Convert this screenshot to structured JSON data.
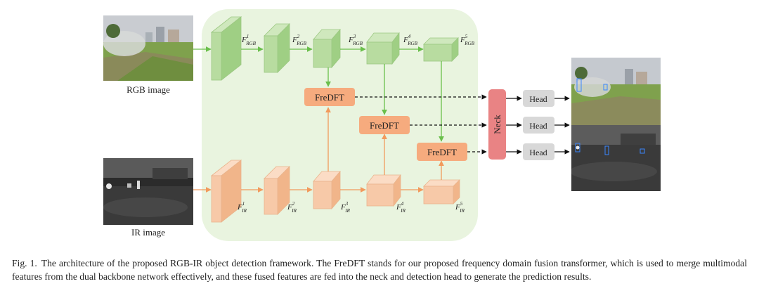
{
  "inputs": {
    "rgb_label": "RGB image",
    "ir_label": "IR image"
  },
  "rgb_features": [
    {
      "base": "F",
      "sup": "1",
      "sub": "RGB"
    },
    {
      "base": "F",
      "sup": "2",
      "sub": "RGB"
    },
    {
      "base": "F",
      "sup": "3",
      "sub": "RGB"
    },
    {
      "base": "F",
      "sup": "4",
      "sub": "RGB"
    },
    {
      "base": "F",
      "sup": "5",
      "sub": "RGB"
    }
  ],
  "ir_features": [
    {
      "base": "F",
      "sup": "1",
      "sub": "IR"
    },
    {
      "base": "F",
      "sup": "2",
      "sub": "IR"
    },
    {
      "base": "F",
      "sup": "3",
      "sub": "IR"
    },
    {
      "base": "F",
      "sup": "4",
      "sub": "IR"
    },
    {
      "base": "F",
      "sup": "5",
      "sub": "IR"
    }
  ],
  "fusion_modules": [
    "FreDFT",
    "FreDFT",
    "FreDFT"
  ],
  "neck_label": "Neck",
  "heads": [
    "Head",
    "Head",
    "Head"
  ],
  "caption": {
    "label": "Fig. 1.",
    "text": "The architecture of the proposed RGB-IR object detection framework. The FreDFT stands for our proposed frequency domain fusion transformer, which is used to merge multimodal features from the dual backbone network effectively, and these fused features are fed into the neck and detection head to generate the prediction results."
  },
  "colors": {
    "backbone_region": "#e9f4df",
    "rgb_block": "#b8dca0",
    "ir_block": "#f7c9a8",
    "fredft": "#f6ab7e",
    "neck": "#e98384",
    "head": "#d8d8d8",
    "rgb_arrow": "#6abf4b",
    "ir_arrow": "#f29a5c"
  }
}
